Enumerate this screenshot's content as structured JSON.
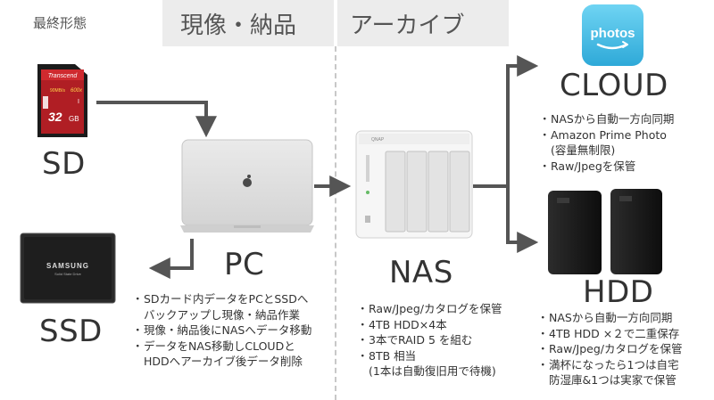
{
  "header": {
    "corner_title": "最終形態",
    "stage_left": "現像・納品",
    "stage_right": "アーカイブ"
  },
  "devices": {
    "sd": {
      "label": "SD",
      "card_brand": "Transcend",
      "card_speed": "90MB/s",
      "card_rating": "600x",
      "card_capacity": "32",
      "card_unit": "GB",
      "card_class": "I"
    },
    "ssd": {
      "label": "SSD",
      "drive_brand": "SAMSUNG",
      "drive_sub": "Solid State Drive"
    },
    "pc": {
      "label": "PC"
    },
    "nas": {
      "label": "NAS",
      "brand": "QNAP"
    },
    "cloud": {
      "label": "CLOUD",
      "app_name": "photos"
    },
    "hdd": {
      "label": "HDD"
    }
  },
  "notes": {
    "pc": [
      {
        "bullet": "・",
        "text": "SDカード内データをPCとSSDへ"
      },
      {
        "bullet": "",
        "text": "バックアップし現像・納品作業"
      },
      {
        "bullet": "・",
        "text": "現像・納品後にNASへデータ移動"
      },
      {
        "bullet": "・",
        "text": "データをNAS移動しCLOUDと"
      },
      {
        "bullet": "",
        "text": "HDDへアーカイブ後データ削除"
      }
    ],
    "nas": [
      {
        "bullet": "・",
        "text": "Raw/Jpeg/カタログを保管"
      },
      {
        "bullet": "・",
        "text": "4TB HDD×4本"
      },
      {
        "bullet": "・",
        "text": "3本でRAID 5 を組む"
      },
      {
        "bullet": "・",
        "text": "8TB 相当"
      },
      {
        "bullet": "",
        "text": "(1本は自動復旧用で待機)"
      }
    ],
    "cloud": [
      {
        "bullet": "・",
        "text": "NASから自動一方向同期"
      },
      {
        "bullet": "・",
        "text": "Amazon Prime Photo"
      },
      {
        "bullet": "",
        "text": "(容量無制限)"
      },
      {
        "bullet": "・",
        "text": "Raw/Jpegを保管"
      }
    ],
    "hdd": [
      {
        "bullet": "・",
        "text": "NASから自動一方向同期"
      },
      {
        "bullet": "・",
        "text": "4TB HDD ×２で二重保存"
      },
      {
        "bullet": "・",
        "text": "Raw/Jpeg/カタログを保管"
      },
      {
        "bullet": "・",
        "text": "満杯になったら1つは自宅"
      },
      {
        "bullet": "",
        "text": "防湿庫&1つは実家で保管"
      }
    ]
  },
  "colors": {
    "band": "#ececec",
    "arrow": "#555555",
    "photos_tile": "#4fc3e8",
    "sd_red": "#b01e24",
    "hdd_black": "#151515"
  }
}
